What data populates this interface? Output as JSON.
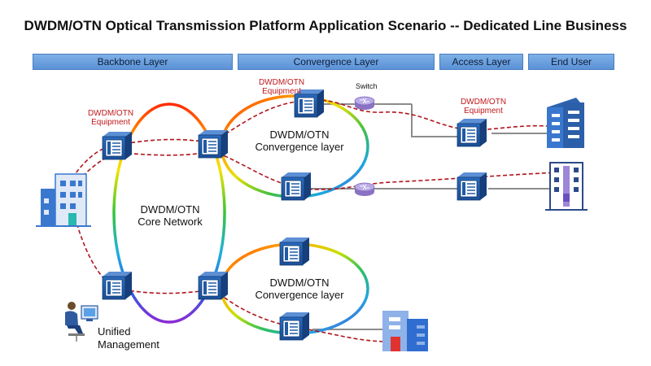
{
  "title": "DWDM/OTN Optical Transmission Platform Application Scenario -- Dedicated Line Business",
  "layers": [
    {
      "id": "backbone",
      "label": "Backbone Layer"
    },
    {
      "id": "convergence",
      "label": "Convergence Layer"
    },
    {
      "id": "access",
      "label": "Access Layer"
    },
    {
      "id": "enduser",
      "label": "End User"
    }
  ],
  "labels": {
    "equipment_backbone": "DWDM/OTN Equipment",
    "equipment_convergence": "DWDM/OTN Equipment",
    "equipment_access": "DWDM/OTN Equipment",
    "switch": "Switch",
    "core_network": "DWDM/OTN Core Network",
    "convergence_upper": "DWDM/OTN Convergence layer",
    "convergence_lower": "DWDM/OTN Convergence layer",
    "unified_management": "Unified Management"
  },
  "colors": {
    "layer_bar": "#5b92d6",
    "equipment_label": "#c0181b",
    "equipment_box": "#1f5aa6",
    "dashed_path": "#b0141b",
    "fiber_link": "#8c8c8c"
  },
  "icons": {
    "equipment": "dwdm-otn-equipment-icon",
    "switch": "switch-router-icon",
    "building": "office-building-icon",
    "operator": "operator-workstation-icon"
  }
}
